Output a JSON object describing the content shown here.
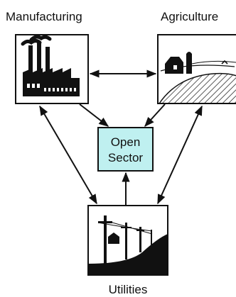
{
  "diagram": {
    "nodes": {
      "manufacturing": {
        "label": "Manufacturing",
        "icon": "factory-icon"
      },
      "agriculture": {
        "label": "Agriculture",
        "icon": "farm-icon"
      },
      "open_sector": {
        "label_line1": "Open",
        "label_line2": "Sector"
      },
      "utilities": {
        "label": "Utilities",
        "icon": "power-lines-icon"
      }
    },
    "edges": [
      {
        "from": "manufacturing",
        "to": "agriculture",
        "directed": "both"
      },
      {
        "from": "manufacturing",
        "to": "open_sector",
        "directed": "forward"
      },
      {
        "from": "agriculture",
        "to": "open_sector",
        "directed": "forward"
      },
      {
        "from": "utilities",
        "to": "open_sector",
        "directed": "forward"
      },
      {
        "from": "manufacturing",
        "to": "utilities",
        "directed": "both"
      },
      {
        "from": "agriculture",
        "to": "utilities",
        "directed": "both"
      }
    ],
    "colors": {
      "open_sector_fill": "#bff0f0",
      "line": "#111111",
      "background": "#ffffff"
    }
  }
}
